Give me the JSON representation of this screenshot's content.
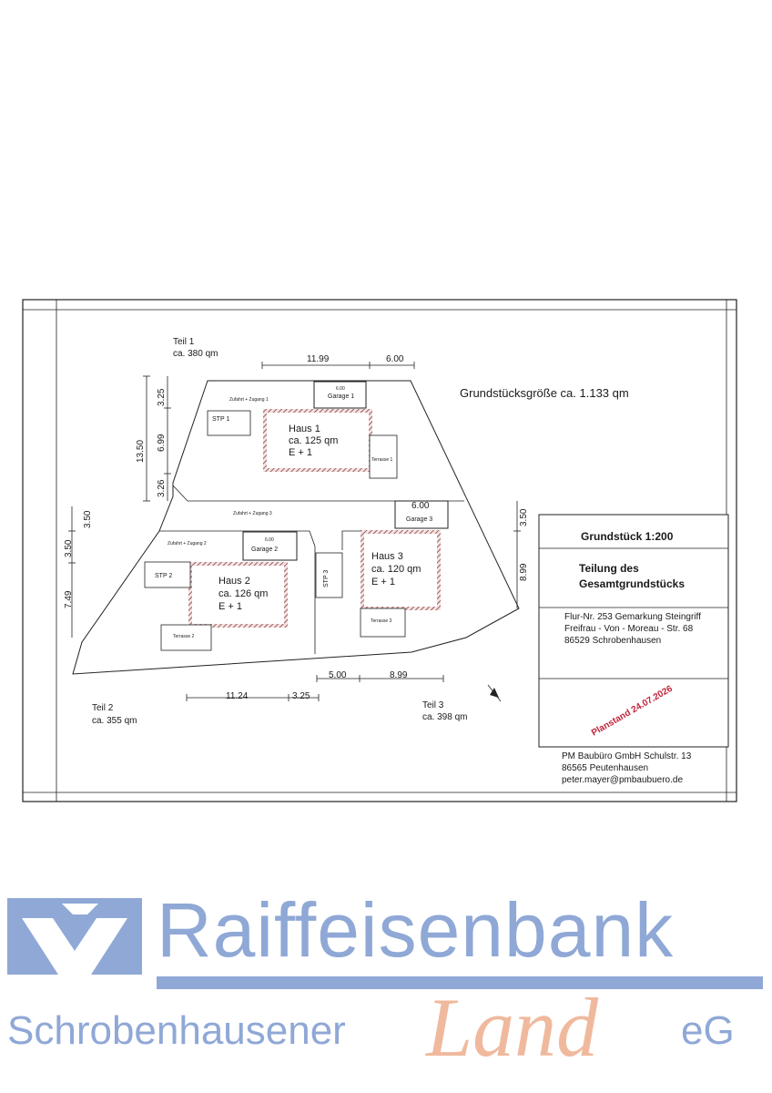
{
  "plan": {
    "plot_area": "Grundstücksgröße ca. 1.133 qm",
    "parts": [
      {
        "name": "Teil 1",
        "area": "ca. 380 qm"
      },
      {
        "name": "Teil 2",
        "area": "ca. 355 qm"
      },
      {
        "name": "Teil 3",
        "area": "ca. 398 qm"
      }
    ],
    "houses": [
      {
        "name": "Haus 1",
        "area": "ca. 125 qm",
        "floors": "E + 1"
      },
      {
        "name": "Haus 2",
        "area": "ca. 126 qm",
        "floors": "E + 1"
      },
      {
        "name": "Haus 3",
        "area": "ca. 120 qm",
        "floors": "E + 1"
      }
    ],
    "garages": [
      "Garage 1",
      "Garage 2",
      "Garage 3"
    ],
    "garage_widths": [
      "6.00",
      "6.00",
      "6.00"
    ],
    "parking": [
      "STP 1",
      "STP 2",
      "STP 3"
    ],
    "terraces": [
      "Terrasse 1",
      "Terrasse 2",
      "Terrasse 3"
    ],
    "access": [
      "Zufahrt + Zugang 1",
      "Zufahrt + Zugang 2",
      "Zufahrt + Zugang 3"
    ],
    "dimensions": {
      "top_a": "11.99",
      "top_b": "6.00",
      "left_a": "3.25",
      "left_b": "6.99",
      "left_c": "3.26",
      "left_total": "13.50",
      "left2_a": "3.50",
      "left2_b": "3.50",
      "left2_c": "7.49",
      "right_a": "3.50",
      "right_b": "8.99",
      "bottom_a": "11.24",
      "bottom_b": "3.25",
      "bottom_c": "5.00",
      "bottom_d": "8.99"
    }
  },
  "title_block": {
    "scale": "Grundstück  1:200",
    "title_line1": "Teilung des",
    "title_line2": "Gesamtgrundstücks",
    "parcel": "Flur-Nr. 253  Gemarkung Steingriff",
    "street": "Freifrau - Von - Moreau - Str. 68",
    "city": "86529 Schrobenhausen",
    "stamp": "Planstand 24.07.2026",
    "office": "PM Baubüro GmbH  Schulstr. 13",
    "office_city": "86565 Peutenhausen",
    "email": "peter.mayer@pmbaubuero.de"
  },
  "logo": {
    "main": "Raiffeisenbank",
    "sub": "Schrobenhausener",
    "land": "Land",
    "suffix": "eG",
    "colors": {
      "blue": "#8fa8d6",
      "orange": "#f0b99e"
    }
  },
  "colors": {
    "house_outline": "#7a2b2b",
    "stamp": "#c2233a"
  }
}
